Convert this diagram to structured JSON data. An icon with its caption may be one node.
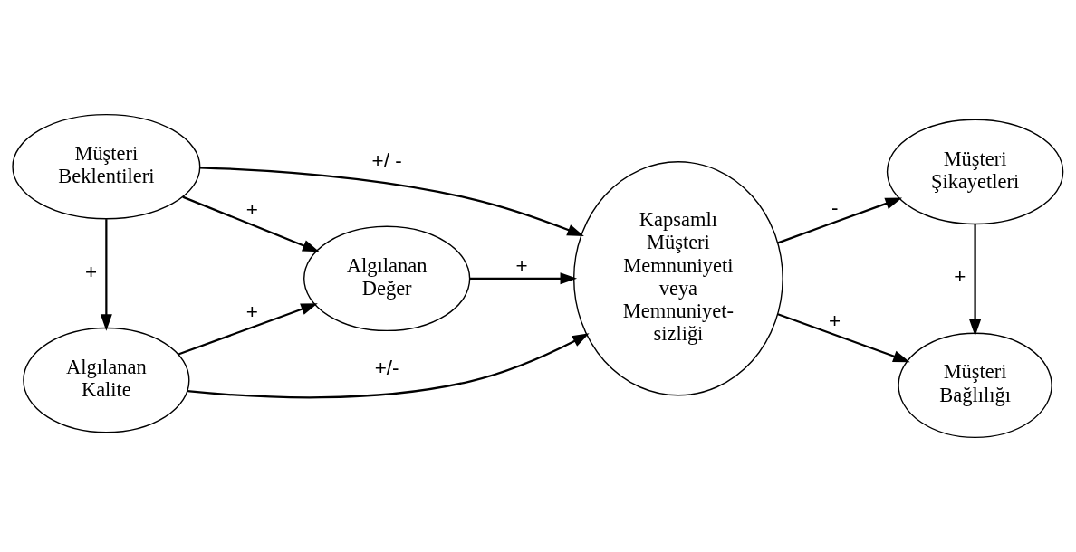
{
  "diagram": {
    "nodes": [
      {
        "text": [
          "Algılanan Kalite"
        ]
      },
      {
        "text": [
          "Müşteri Şikayetleri"
        ]
      },
      {
        "text": [
          "Algılanan Değer"
        ]
      },
      {
        "text": [
          "Kapsamlı Müşteri Memnuniyeti veya Memnuniyet- sizliği"
        ]
      },
      {
        "text": [
          "Müşteri Beklentileri"
        ]
      },
      {
        "text": [
          "Müşteri Bağlılığı"
        ]
      }
    ],
    "edges": [
      {
        "from": 0,
        "to": 3,
        "arrow": "to",
        "label": "+/-"
      },
      {
        "from": 0,
        "to": 2,
        "arrow": "to",
        "label": "+"
      },
      {
        "from": 4,
        "to": 0,
        "arrow": "to",
        "label": "+"
      },
      {
        "from": 4,
        "to": 2,
        "arrow": "to",
        "label": "+"
      },
      {
        "from": 2,
        "to": 3,
        "arrow": "to",
        "label": "+"
      },
      {
        "from": 4,
        "to": 3,
        "arrow": "to",
        "label": "+/ -"
      },
      {
        "from": 3,
        "to": 1,
        "arrow": "to",
        "label": "-"
      },
      {
        "from": 1,
        "to": 5,
        "arrow": "to",
        "label": "+"
      },
      {
        "from": 3,
        "to": 5,
        "arrow": "to",
        "label": "+"
      }
    ]
  }
}
